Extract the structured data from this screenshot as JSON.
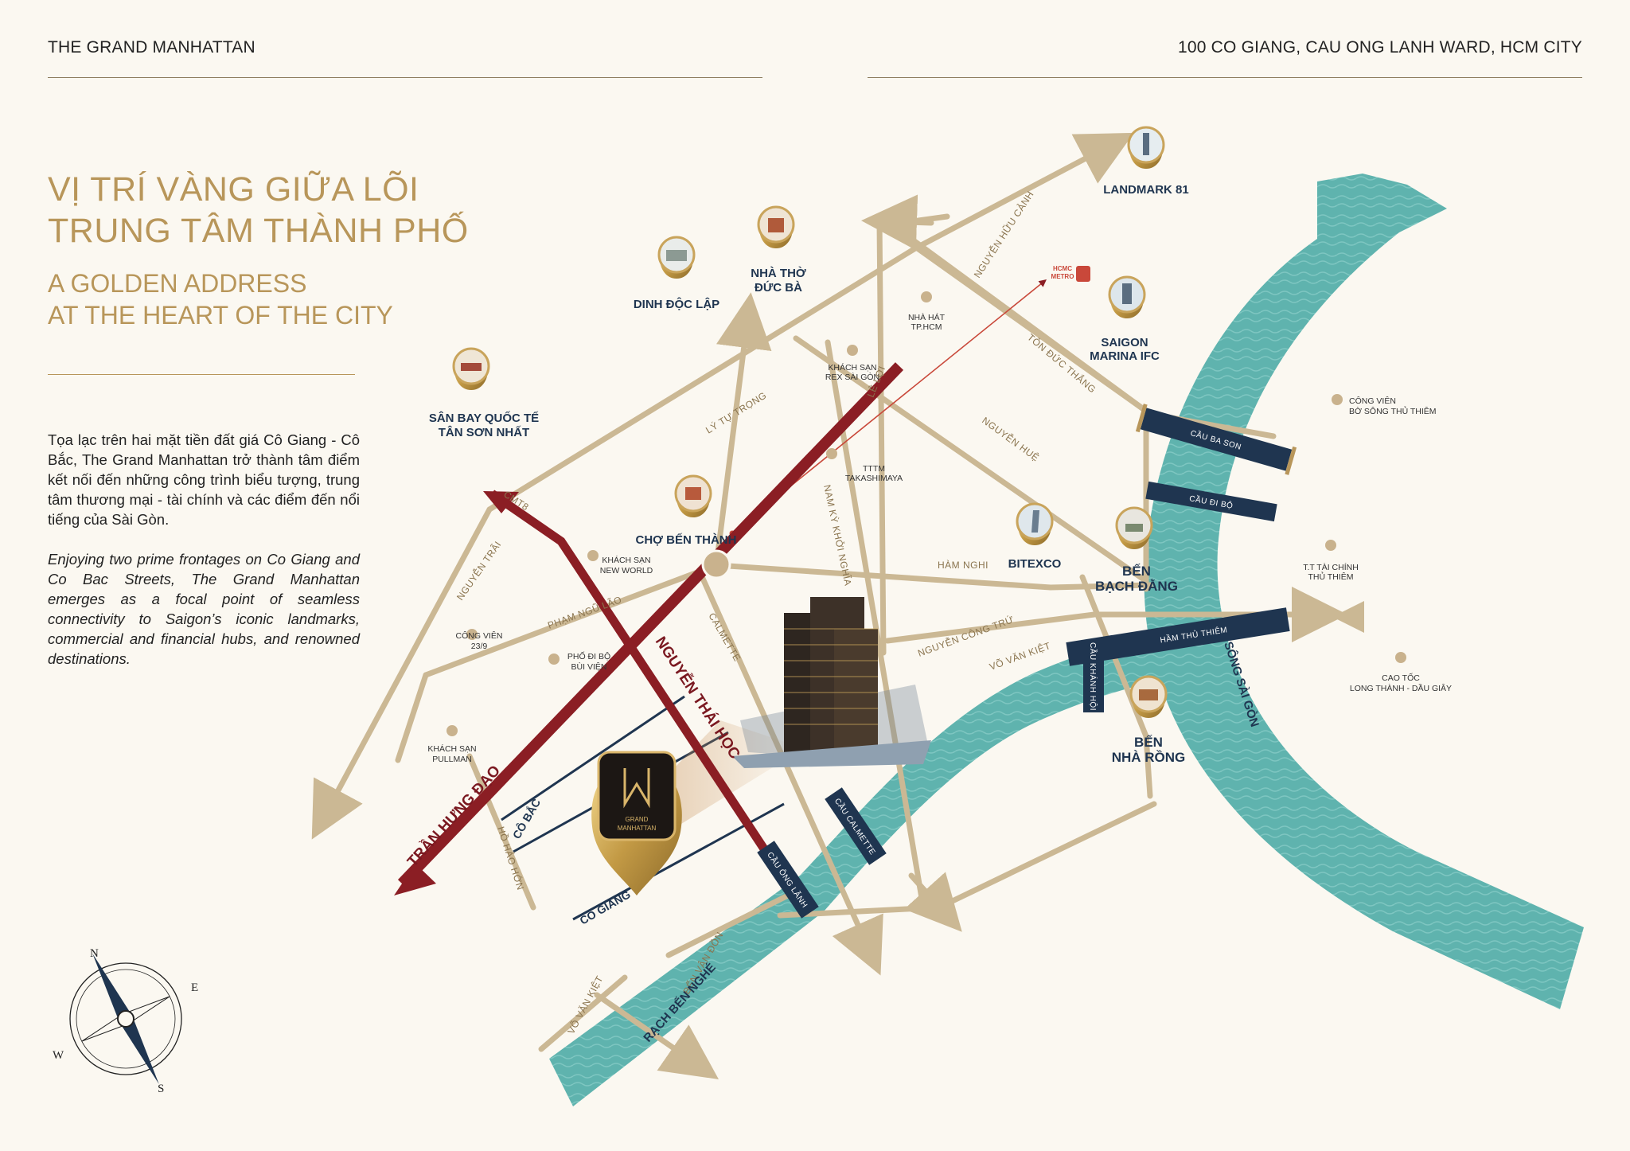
{
  "header": {
    "left": "THE GRAND MANHATTAN",
    "right": "100 CO GIANG, CAU ONG LANH WARD, HCM CITY"
  },
  "title": {
    "vn_line1": "VỊ TRÍ VÀNG GIỮA LÕI",
    "vn_line2": "TRUNG TÂM THÀNH PHỐ",
    "en_line1": "A GOLDEN ADDRESS",
    "en_line2": "AT THE HEART OF THE CITY"
  },
  "description": {
    "vn": "Tọa lạc trên hai mặt tiền đất giá Cô Giang - Cô Bắc, The Grand Manhattan trở thành tâm điểm kết nối đến những công trình biểu tượng, trung tâm thương mại - tài chính và các điểm đến nổi tiếng của Sài Gòn.",
    "en": "Enjoying two prime frontages on Co Giang and Co Bac Streets, The Grand Manhattan emerges as a focal point of seamless connectivity to Saigon’s iconic landmarks, commercial and financial hubs, and renowned destinations."
  },
  "landmarks": {
    "landmark81": "LANDMARK 81",
    "notre_dame_1": "NHÀ THỜ",
    "notre_dame_2": "ĐỨC BÀ",
    "independence_palace": "DINH ĐỘC LẬP",
    "airport_1": "SÂN BAY QUỐC TẾ",
    "airport_2": "TÂN SƠN NHẤT",
    "saigon_marina_1": "SAIGON",
    "saigon_marina_2": "MARINA IFC",
    "ben_thanh_market": "CHỢ BẾN THÀNH",
    "bitexco": "BITEXCO",
    "bach_dang_1": "BẾN",
    "bach_dang_2": "BẠCH ĐẰNG",
    "nha_rong_1": "BẾN",
    "nha_rong_2": "NHÀ RỒNG",
    "metro_1": "HCMC",
    "metro_2": "METRO"
  },
  "small_pois": {
    "opera_1": "NHÀ HÁT",
    "opera_2": "TP.HCM",
    "rex_1": "KHÁCH SẠN",
    "rex_2": "REX SÀI GÒN",
    "takashimaya_1": "TTTM",
    "takashimaya_2": "TAKASHIMAYA",
    "newworld_1": "KHÁCH SẠN",
    "newworld_2": "NEW WORLD",
    "park239_1": "CÔNG VIÊN",
    "park239_2": "23/9",
    "buivien_1": "PHỐ ĐI BỘ",
    "buivien_2": "BÙI VIỆN",
    "pullman_1": "KHÁCH SẠN",
    "pullman_2": "PULLMAN",
    "thuthiem_park_1": "CÔNG VIÊN",
    "thuthiem_park_2": "BỜ SÔNG THỦ THIÊM",
    "thuthiem_fin_1": "T.T TÀI CHÍNH",
    "thuthiem_fin_2": "THỦ THIÊM",
    "expressway_1": "CAO TỐC",
    "expressway_2": "LONG THÀNH - DẦU GIÂY"
  },
  "streets": {
    "nguyen_huu_canh": "NGUYỄN HỮU CẢNH",
    "ton_duc_thang": "TÔN ĐỨC THẮNG",
    "ly_tu_trong": "LÝ TỰ TRỌNG",
    "le_loi": "LÊ LỢI",
    "nguyen_hue": "NGUYỄN HUỆ",
    "nam_ky_khoi_nghia": "NAM KỲ KHỞI NGHĨA",
    "ham_nghi": "HÀM NGHI",
    "nguyen_trai": "NGUYỄN TRÃI",
    "cmt8": "CMT8",
    "pham_ngu_lao": "PHẠM NGŨ LÃO",
    "calmette": "CALMETTE",
    "nguyen_cong_tru": "NGUYỄN CÔNG TRỨ",
    "vo_van_kiet_1": "VÕ VĂN KIỆT",
    "vo_van_kiet_2": "VÕ VĂN KIỆT",
    "ho_hao_hon": "HỒ HẢO HỚN",
    "ben_van_don": "BẾN VÂN ĐỒN"
  },
  "main_roads": {
    "tran_hung_dao": "TRẦN HƯNG ĐẠO",
    "nguyen_thai_hoc": "NGUYỄN THÁI HỌC",
    "co_bac": "CÔ BẮC",
    "co_giang": "CÔ GIANG"
  },
  "rivers": {
    "song_sai_gon": "SÔNG SÀI GÒN",
    "rach_ben_nghe": "RẠCH BẾN NGHÉ"
  },
  "bridges": {
    "ba_son": "CẦU BA SON",
    "di_bo": "CẦU ĐI BỘ",
    "ham_thu_thiem": "HẦM THỦ THIÊM",
    "khanh_hoi": "CẦU KHÁNH HỘI",
    "calmette": "CẦU CALMETTE",
    "ong_lanh": "CẦU ÔNG LÃNH"
  },
  "project_badge": {
    "line1": "GRAND",
    "line2": "MANHATTAN"
  },
  "compass": {
    "n": "N",
    "e": "E",
    "s": "S",
    "w": "W"
  },
  "colors": {
    "gold": "#b8965a",
    "road": "#cbb894",
    "river": "#5fb3ae",
    "main_road": "#8b1e24",
    "navy": "#1f3550",
    "background": "#fbf8f1"
  }
}
